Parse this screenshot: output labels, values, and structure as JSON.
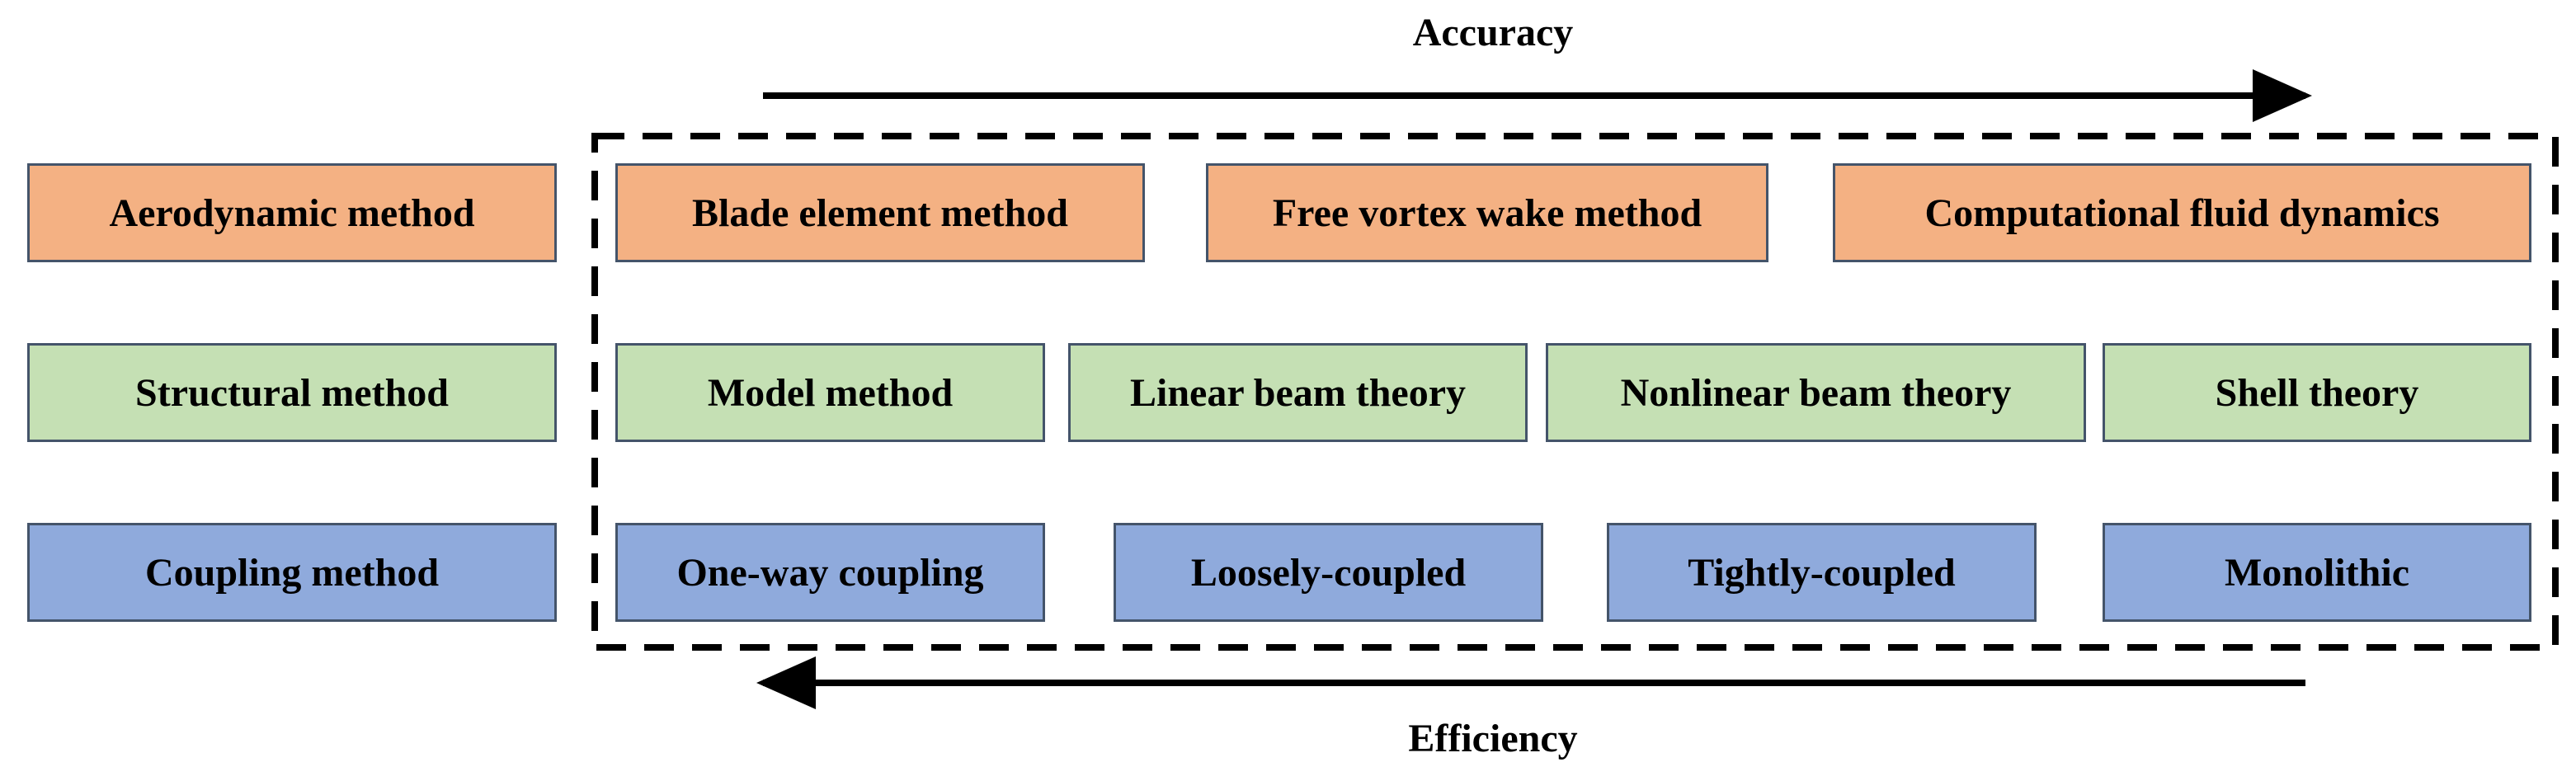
{
  "colors": {
    "aerodynamic": "#f4b183",
    "structural": "#c5e0b4",
    "coupling": "#8faadc",
    "border": "#44546a"
  },
  "top_arrow_label": "Accuracy",
  "bottom_arrow_label": "Efficiency",
  "rows": [
    {
      "category": "Aerodynamic method",
      "color_key": "aerodynamic",
      "methods": [
        "Blade element method",
        "Free vortex wake method",
        "Computational fluid dynamics"
      ]
    },
    {
      "category": "Structural method",
      "color_key": "structural",
      "methods": [
        "Model method",
        "Linear beam theory",
        "Nonlinear beam theory",
        "Shell theory"
      ]
    },
    {
      "category": "Coupling method",
      "color_key": "coupling",
      "methods": [
        "One-way coupling",
        "Loosely-coupled",
        "Tightly-coupled",
        "Monolithic"
      ]
    }
  ]
}
